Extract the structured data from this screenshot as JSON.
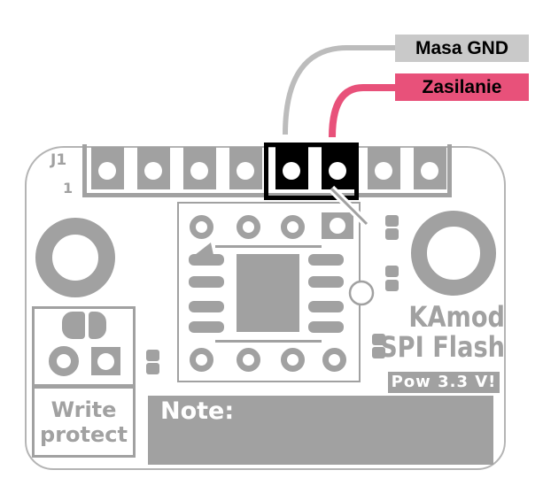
{
  "callouts": {
    "gnd": {
      "text": "Masa GND",
      "bg": "#c9c9c9"
    },
    "power": {
      "text": "Zasilanie",
      "bg": "#e8517a"
    }
  },
  "board": {
    "connector": {
      "designator": "J1",
      "first_pin_number": "1",
      "pin_count": 8,
      "highlighted_pins": [
        5,
        6
      ]
    },
    "write_protect": {
      "line1": "Write",
      "line2": "protect"
    },
    "note_label": "Note:",
    "brand": {
      "line1": "KAmod",
      "line2": "SPI Flash",
      "badge": "Pow 3.3 V!"
    }
  },
  "colors": {
    "silkscreen": "#a1a1a1",
    "board_outline": "#b4b4b4",
    "wire_gnd": "#bcbcbc",
    "wire_power": "#e8517a",
    "highlight": "#000000"
  }
}
